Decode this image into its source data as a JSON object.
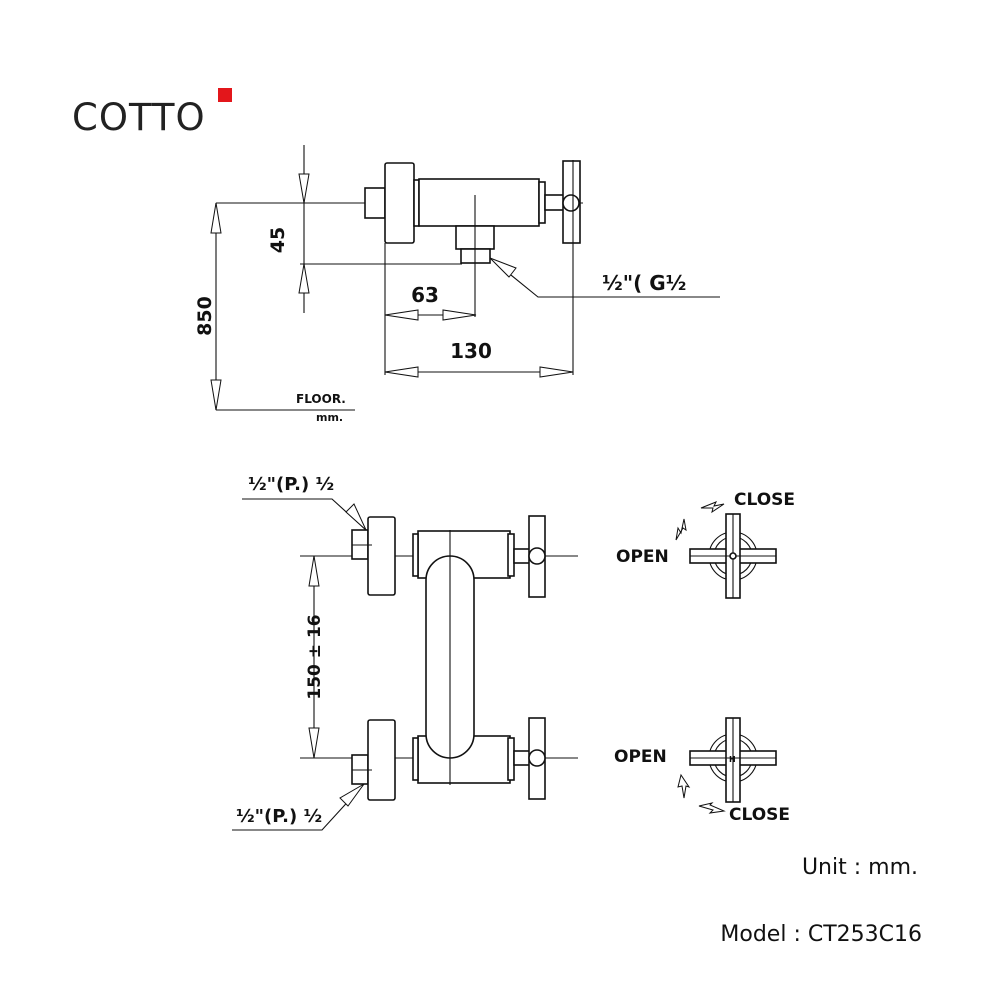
{
  "brand": {
    "name": "COTTO",
    "accent": "#e3161b"
  },
  "top_view": {
    "dim_850": "850",
    "dim_45": "45",
    "dim_63": "63",
    "dim_130": "130",
    "outlet_label": "½\"( G½",
    "floor_label": "FLOOR.",
    "floor_unit": "mm."
  },
  "front_view": {
    "inlet_top_label": "½\"(P.) ½",
    "inlet_bottom_label": "½\"(P.) ½",
    "dim_spacing": "150 ± 16",
    "handle_top": {
      "open": "OPEN",
      "close": "CLOSE"
    },
    "handle_bottom": {
      "open": "OPEN",
      "close": "CLOSE"
    }
  },
  "footer": {
    "unit": "Unit : mm.",
    "model": "Model : CT253C16"
  }
}
